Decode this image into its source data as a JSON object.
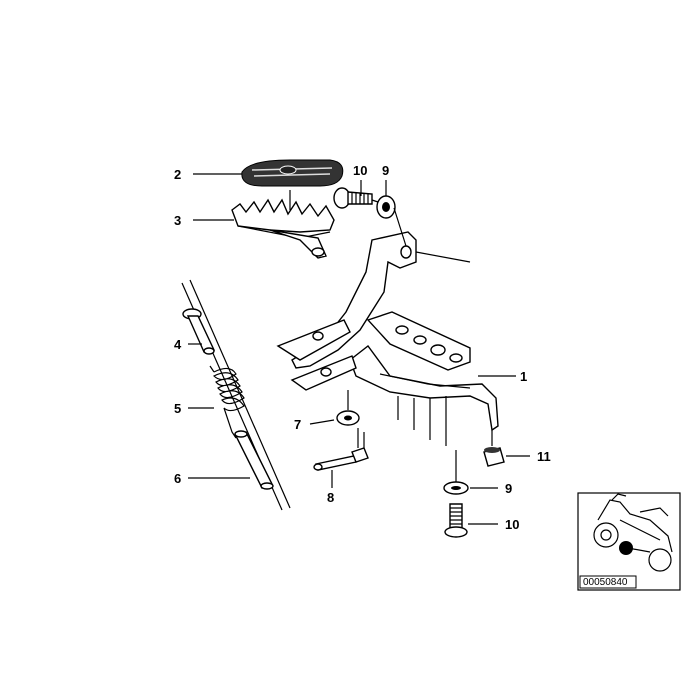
{
  "diagram": {
    "callouts": [
      "1",
      "2",
      "3",
      "4",
      "5",
      "6",
      "7",
      "8",
      "9",
      "10",
      "11",
      "9",
      "10"
    ]
  },
  "inset": {
    "reference_code": "00050840"
  }
}
